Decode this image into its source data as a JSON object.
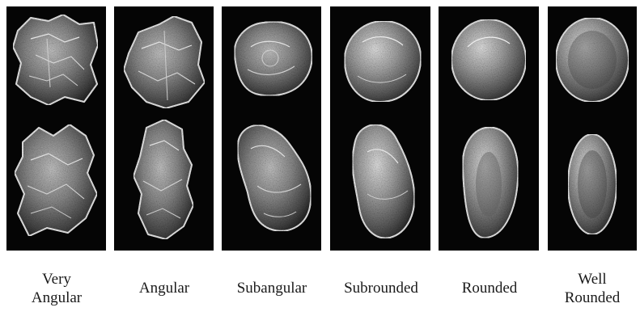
{
  "grains": [
    {
      "label_line1": "Very",
      "label_line2": "Angular"
    },
    {
      "label_line1": "Angular",
      "label_line2": ""
    },
    {
      "label_line1": "Subangular",
      "label_line2": ""
    },
    {
      "label_line1": "Subrounded",
      "label_line2": ""
    },
    {
      "label_line1": "Rounded",
      "label_line2": ""
    },
    {
      "label_line1": "Well",
      "label_line2": "Rounded"
    }
  ],
  "colors": {
    "panel_background": "#050505",
    "grain_fill": "#8a8a8a",
    "grain_outline": "#f2f2f2",
    "label_text": "#1a1a1a"
  },
  "icons": [
    "grain-particle-icon"
  ]
}
